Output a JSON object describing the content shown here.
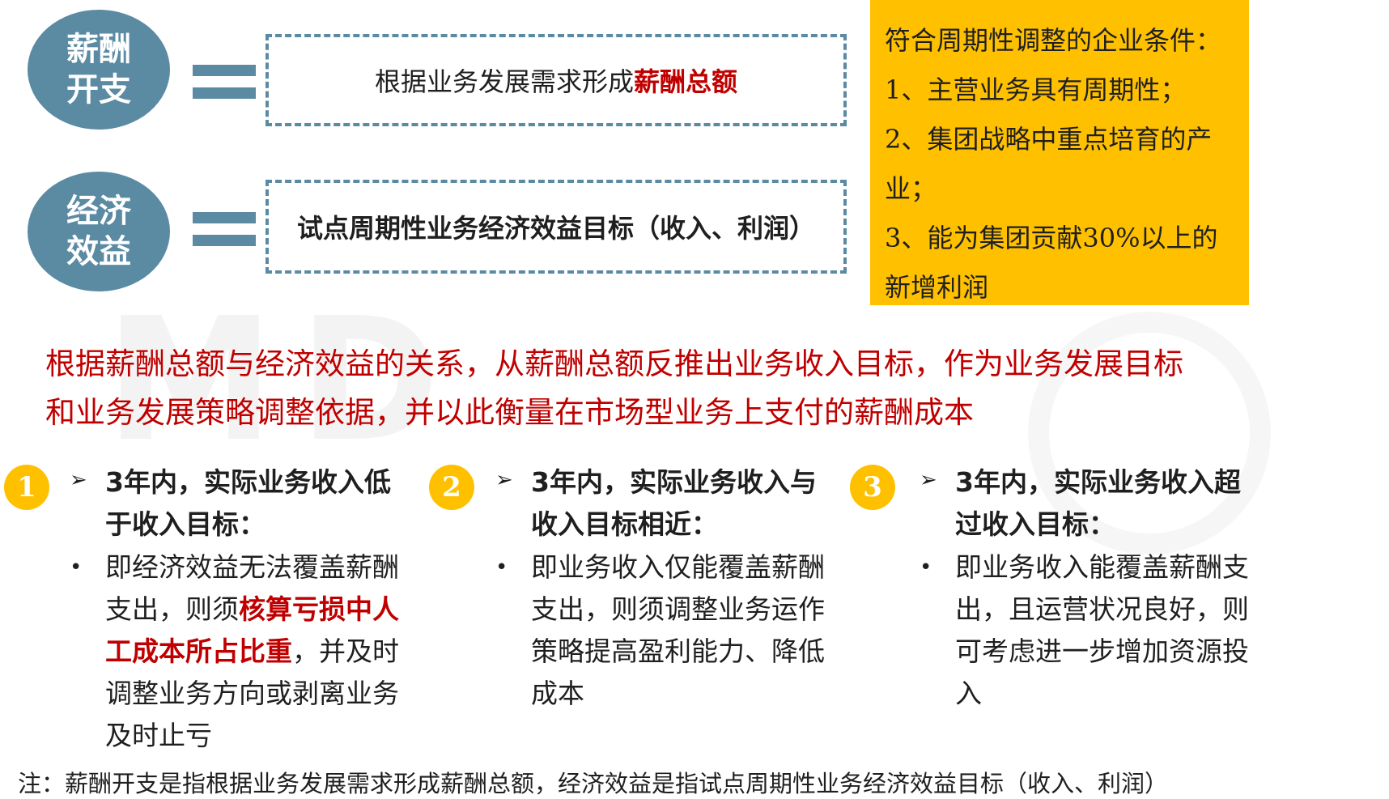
{
  "circles": [
    {
      "label": "薪酬\n开支"
    },
    {
      "label": "经济\n效益"
    }
  ],
  "boxes": {
    "pay": {
      "prefix": "根据业务发展需求形成",
      "highlight": "薪酬总额"
    },
    "benefit": {
      "text": "试点周期性业务经济效益目标（收入、利润）"
    }
  },
  "conditions": {
    "title": "符合周期性调整的企业条件：",
    "lines": [
      "1、主营业务具有周期性；",
      "2、集团战略中重点培育的产",
      "业；",
      "3、能为集团贡献30%以上的",
      "新增利润"
    ]
  },
  "statement": {
    "lines": [
      "根据薪酬总额与经济效益的关系，从薪酬总额反推出业务收入目标，作为业务发展目标",
      "和业务发展策略调整依据，并以此衡量在市场型业务上支付的薪酬成本"
    ]
  },
  "columns": [
    {
      "num": "1",
      "heading": [
        "3年内，实际业务收入低",
        "于收入目标："
      ],
      "body_pre1": "即经济效益无法覆盖薪酬",
      "body_pre2": "支出，则须",
      "hl1": "核算亏损中人",
      "hl2": "工成本所占比重",
      "body_post": "，并及时",
      "body_rest": [
        "调整业务方向或剥离业务",
        "及时止亏"
      ]
    },
    {
      "num": "2",
      "heading": [
        "3年内，实际业务收入与",
        "收入目标相近："
      ],
      "body": [
        "即业务收入仅能覆盖薪酬",
        "支出，则须调整业务运作",
        "策略提高盈利能力、降低",
        "成本"
      ]
    },
    {
      "num": "3",
      "heading": [
        "3年内，实际业务收入超",
        "过收入目标："
      ],
      "body": [
        "即业务收入能覆盖薪酬支",
        "出，且运营状况良好，则",
        "可考虑进一步增加资源投",
        "入"
      ]
    }
  ],
  "bullet_char": "•",
  "arrow_char": "➢",
  "note": "注：薪酬开支是指根据业务发展需求形成薪酬总额，经济效益是指试点周期性业务经济效益目标（收入、利润）",
  "colors": {
    "steel_blue": "#5b8aa3",
    "amber": "#ffc000",
    "red": "#c00000"
  }
}
